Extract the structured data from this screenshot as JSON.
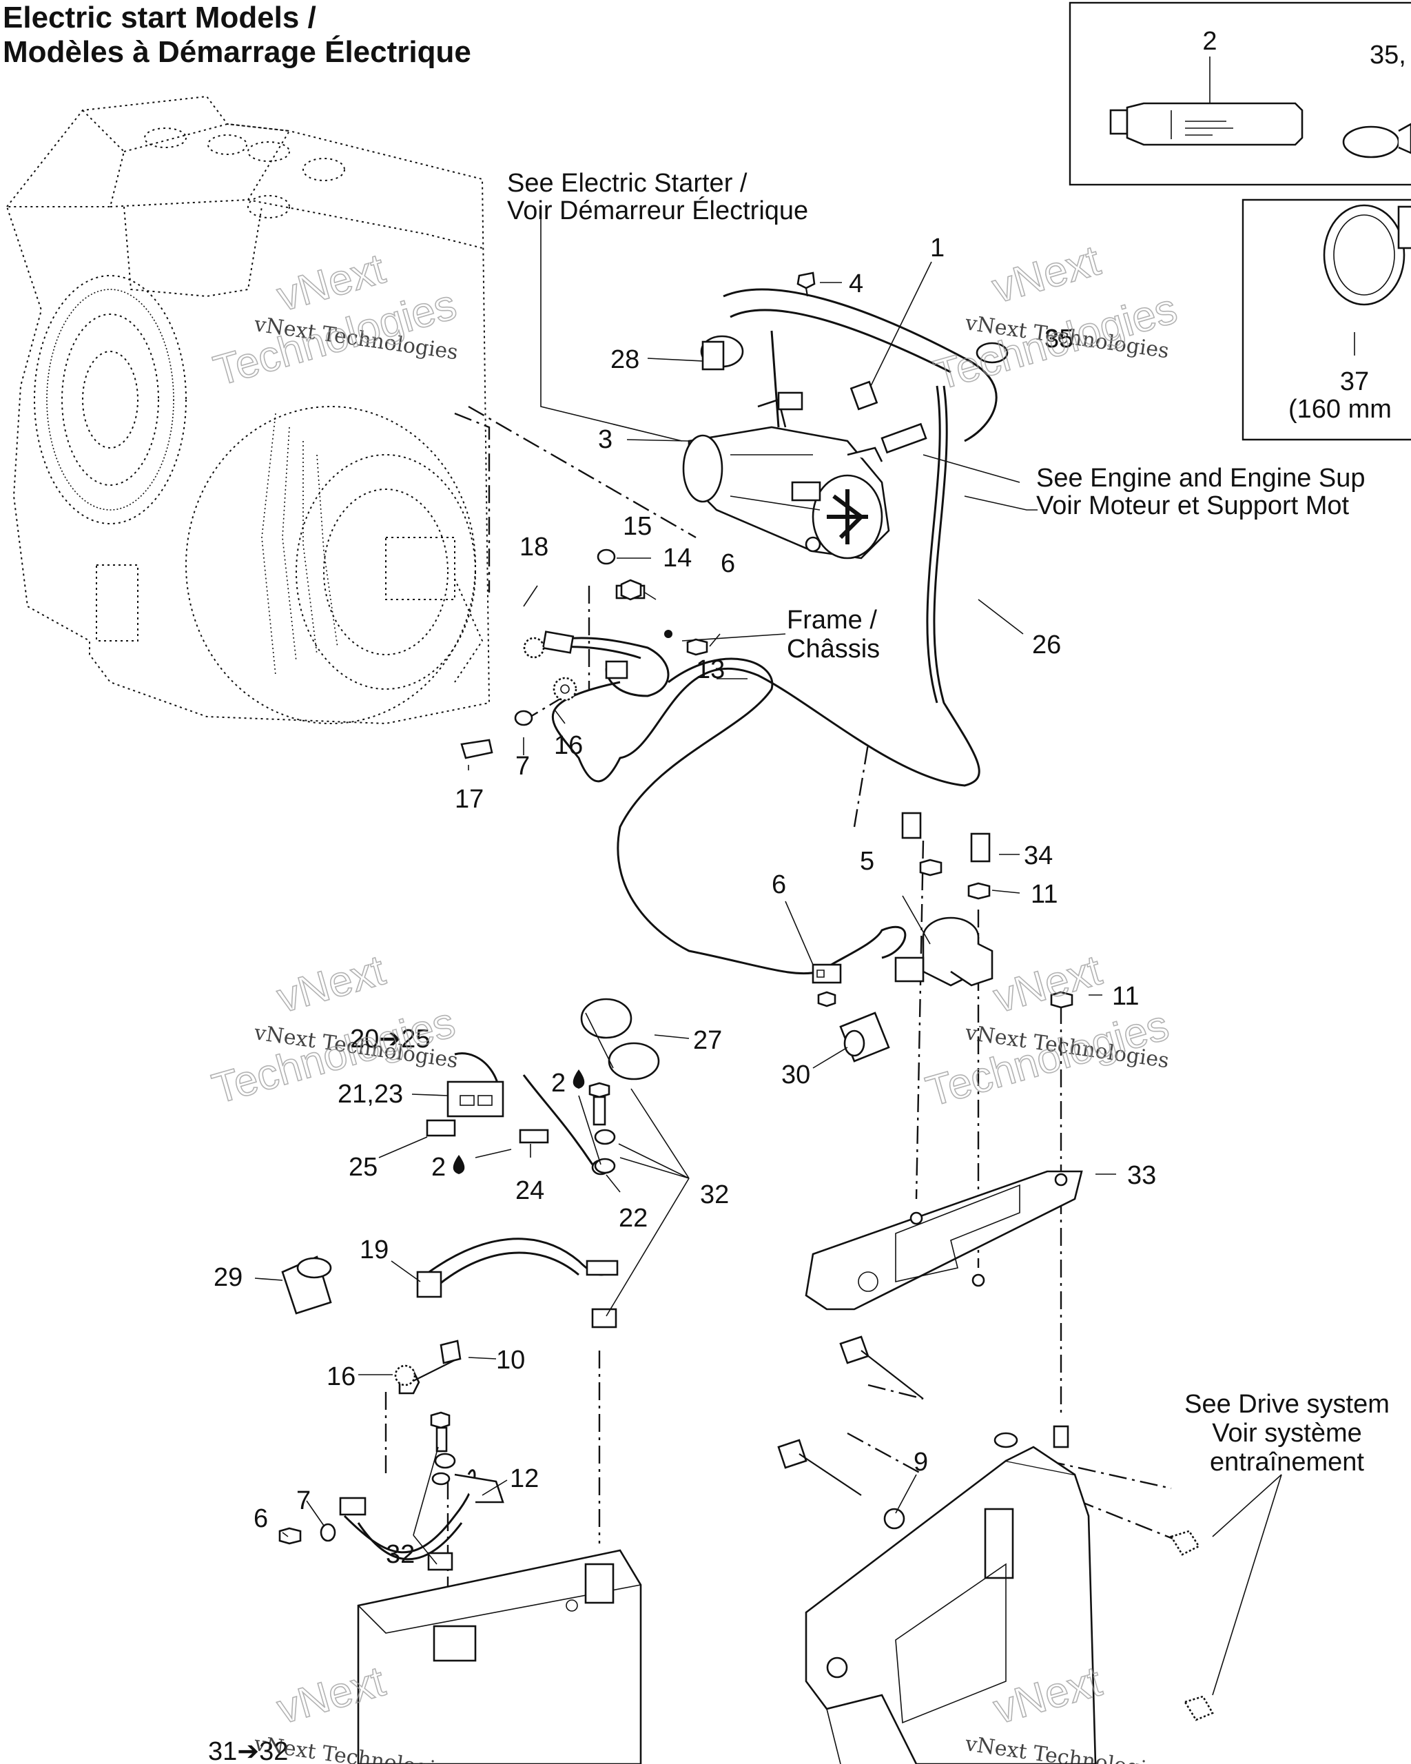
{
  "title": {
    "line1": "Electric start Models /",
    "line2": "Modèles à Démarrage Électrique"
  },
  "notes": {
    "electric_starter_1": "See Electric Starter /",
    "electric_starter_2": "Voir Démarreur Électrique",
    "engine_support_1": "See Engine and Engine Sup",
    "engine_support_2": "Voir Moteur et Support Mot",
    "frame_1": "Frame /",
    "frame_2": "Châssis",
    "drive_1": "See Drive system",
    "drive_2": "Voir système",
    "drive_3": "entraînement",
    "clamp_size": "(160 mm"
  },
  "watermark": {
    "small": "vNext Technologies",
    "big_1": "vNext",
    "big_2": "Technologies"
  },
  "callouts": {
    "c1": "1",
    "c2_kit": "2",
    "c35_kit": "35,",
    "c37": "37",
    "c4": "4",
    "c28": "28",
    "c35": "35",
    "c3": "3",
    "c15": "15",
    "c14": "14",
    "c6a": "6",
    "c18": "18",
    "c13": "13",
    "c26": "26",
    "c16a": "16",
    "c7a": "7",
    "c17": "17",
    "c34": "34",
    "c5": "5",
    "c11a": "11",
    "c6b": "6",
    "c11b": "11",
    "c20_25": "20➔25",
    "c27": "27",
    "c30": "30",
    "c21_23": "21,23",
    "c2a": "2",
    "c25": "25",
    "c2b": "2",
    "c24": "24",
    "c32a": "32",
    "c22": "22",
    "c33": "33",
    "c19": "19",
    "c29": "29",
    "c16b": "16",
    "c10": "10",
    "c12": "12",
    "c7b": "7",
    "c6c": "6",
    "c32b": "32",
    "c9": "9",
    "c31_32": "31➔32"
  },
  "colors": {
    "ink": "#111111",
    "paper": "#ffffff",
    "watermark": "#999999"
  }
}
